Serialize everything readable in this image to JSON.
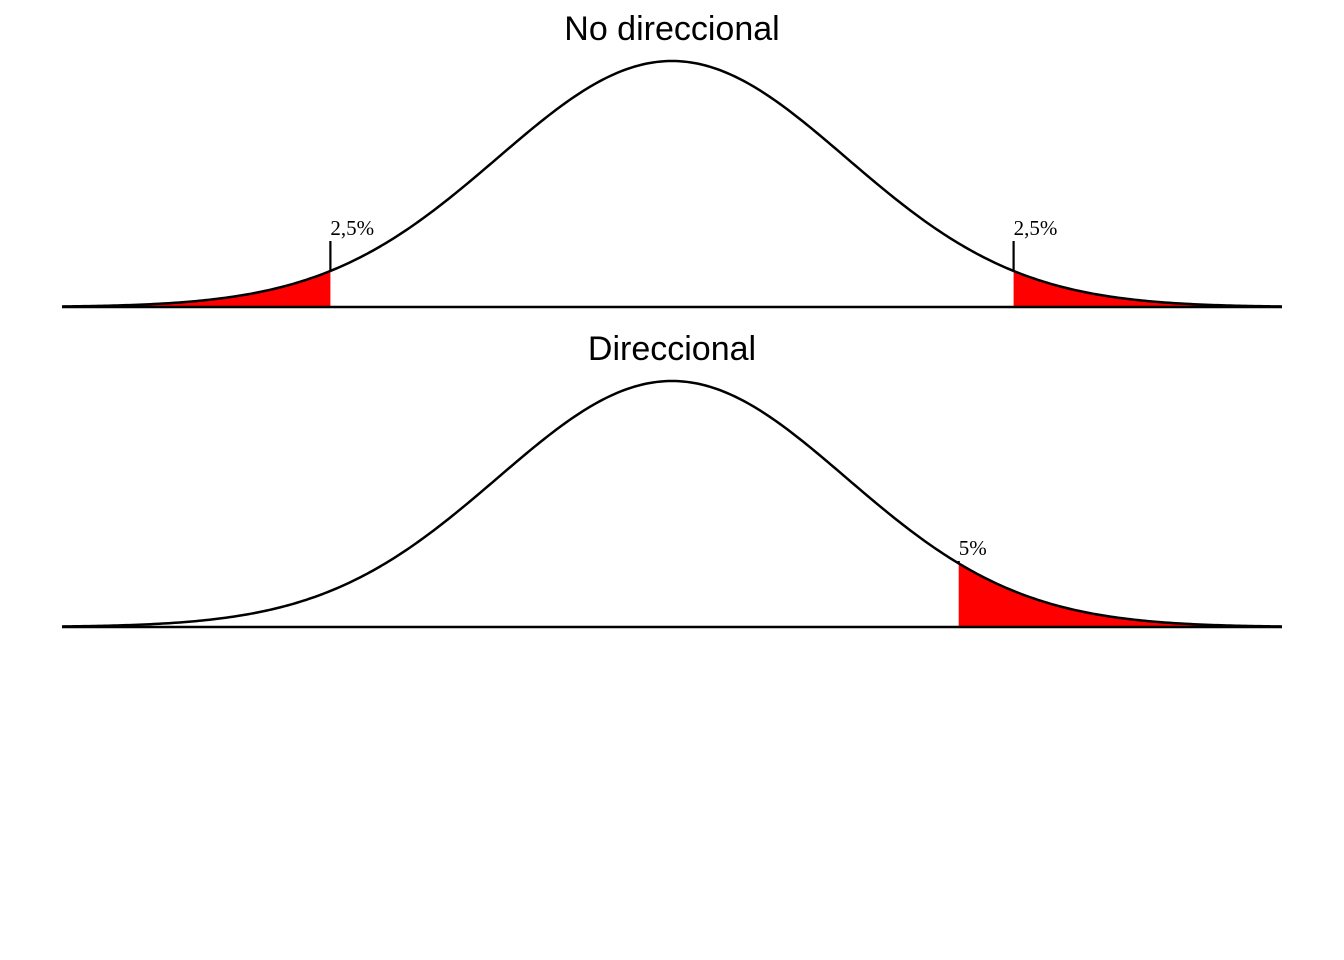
{
  "chart_data": [
    {
      "type": "area",
      "title": "No direccional",
      "distribution": "normal",
      "mean": 0,
      "sd": 1,
      "xlim": [
        -3.5,
        3.5
      ],
      "critical_values": [
        -1.96,
        1.96
      ],
      "shaded_regions": [
        [
          -3.5,
          -1.96
        ],
        [
          1.96,
          3.5
        ]
      ],
      "annotations": [
        {
          "x": -1.96,
          "text": "2,5%"
        },
        {
          "x": 1.96,
          "text": "2,5%"
        }
      ],
      "fill_color": "#ff0000",
      "line_color": "#000000",
      "grid": false
    },
    {
      "type": "area",
      "title": "Direccional",
      "distribution": "normal",
      "mean": 0,
      "sd": 1,
      "xlim": [
        -3.5,
        3.5
      ],
      "critical_values": [
        1.645
      ],
      "shaded_regions": [
        [
          1.645,
          3.5
        ]
      ],
      "annotations": [
        {
          "x": 1.645,
          "text": "5%"
        }
      ],
      "fill_color": "#ff0000",
      "line_color": "#000000",
      "grid": false
    }
  ]
}
